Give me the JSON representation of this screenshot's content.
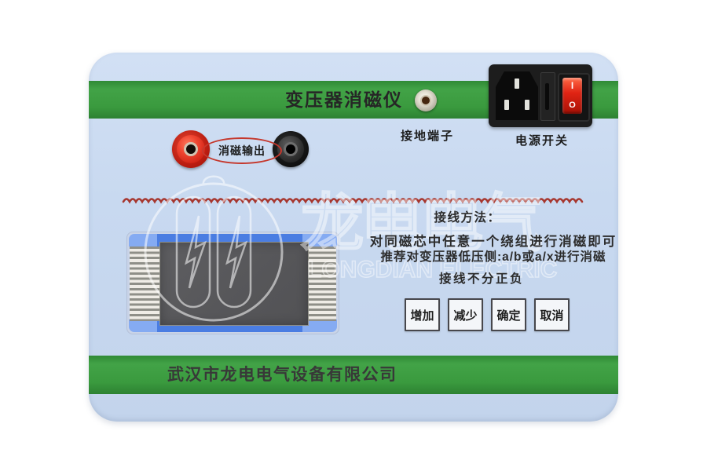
{
  "panel": {
    "title": "变压器消磁仪",
    "company": "武汉市龙电电气设备有限公司"
  },
  "terminals": {
    "ground_label": "接地端子",
    "output_label": "消磁输出"
  },
  "power": {
    "label": "电源开关",
    "on_symbol": "I",
    "off_symbol": "O"
  },
  "instructions": {
    "heading": "接线方法：",
    "line1": "对同磁芯中任意一个绕组进行消磁即可",
    "line2": "推荐对变压器低压侧:a/b或a/x进行消磁",
    "line3": "接线不分正负"
  },
  "keypad": [
    {
      "id": "increase",
      "label": "增加"
    },
    {
      "id": "decrease",
      "label": "减少"
    },
    {
      "id": "confirm",
      "label": "确定"
    },
    {
      "id": "cancel",
      "label": "取消"
    }
  ],
  "watermark": {
    "cn": "龙电电气",
    "en": "LONGDIAN ELECTRIC"
  },
  "colors": {
    "band_green": "#3a9a3e",
    "panel_blue": "#c8d9f0",
    "wave_red": "#a6362e",
    "rocker_red": "#d41f10",
    "jack_red": "#df3425",
    "jack_black": "#1c1c1c",
    "display_bar_blue": "#4b7ee2",
    "screen_gray": "#59595b"
  }
}
